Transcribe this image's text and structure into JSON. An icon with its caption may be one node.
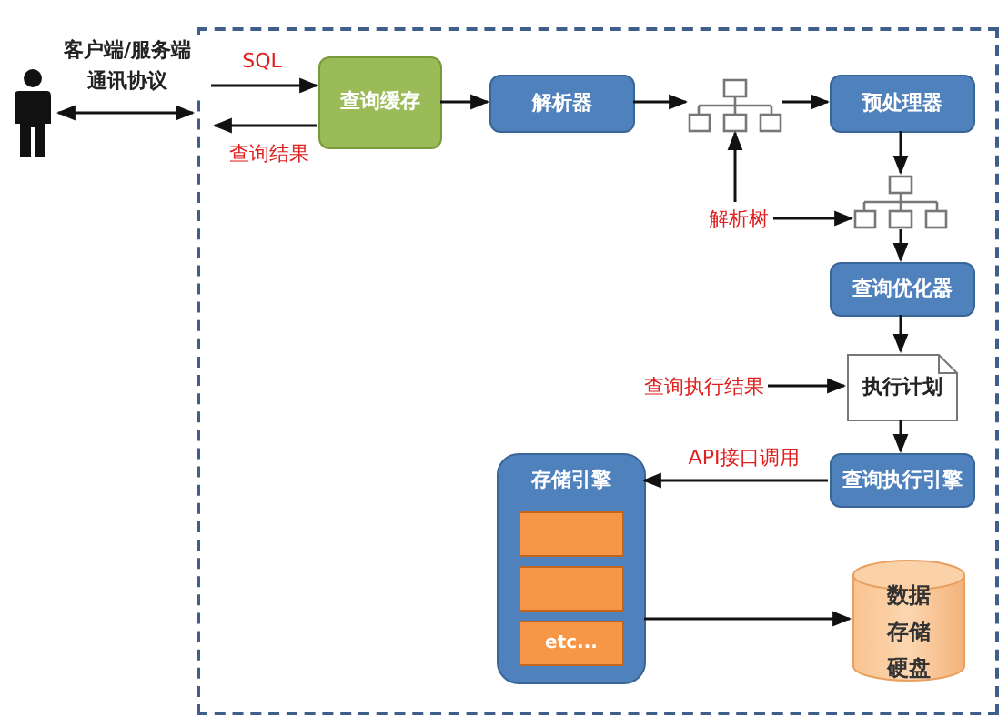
{
  "diagram": {
    "nodes": [
      {
        "text": [],
        "shape": "person"
      },
      {
        "text": [],
        "shape": "box"
      },
      {
        "text": [
          "查询缓存"
        ],
        "in": 1
      },
      {
        "text": [
          "解析器"
        ],
        "in": 1
      },
      {
        "text": [],
        "shape": "tree",
        "in": 1
      },
      {
        "text": [
          "预处理器"
        ],
        "in": 1
      },
      {
        "text": [],
        "shape": "tree",
        "in": 1
      },
      {
        "text": [
          "解析树"
        ],
        "in": 1
      },
      {
        "text": [
          "查询优化器"
        ],
        "in": 1
      },
      {
        "text": [
          "执行计划"
        ],
        "in": 1
      },
      {
        "text": [
          "查询执行结果"
        ],
        "in": 1
      },
      {
        "text": [
          "查询执行引擎"
        ],
        "in": 1
      },
      {
        "text": [
          "存储引擎"
        ],
        "in": 1
      },
      {
        "text": [],
        "shape": "box",
        "in": 12
      },
      {
        "text": [],
        "shape": "box",
        "in": 12
      },
      {
        "text": [
          "etc..."
        ],
        "in": 12
      },
      {
        "text": [
          "数据存储硬盘"
        ],
        "in": 1
      }
    ],
    "edges": [
      {
        "from": 0,
        "to": 1,
        "arrow": "both",
        "label": "客户端/服务端通讯协议"
      },
      {
        "from": null,
        "to": 2,
        "arrow": "to",
        "label": "SQL"
      },
      {
        "from": 2,
        "to": null,
        "arrow": "to",
        "label": "查询结果"
      },
      {
        "from": 2,
        "to": 3,
        "arrow": "to"
      },
      {
        "from": 3,
        "to": 4,
        "arrow": "to"
      },
      {
        "from": 4,
        "to": 5,
        "arrow": "to"
      },
      {
        "from": 5,
        "to": 6,
        "arrow": "to"
      },
      {
        "from": 7,
        "to": 4,
        "arrow": "to"
      },
      {
        "from": 7,
        "to": 6,
        "arrow": "to"
      },
      {
        "from": 6,
        "to": 8,
        "arrow": "to"
      },
      {
        "from": 8,
        "to": 9,
        "arrow": "to"
      },
      {
        "from": 10,
        "to": 9,
        "arrow": "to"
      },
      {
        "from": 9,
        "to": 11,
        "arrow": "to"
      },
      {
        "from": 11,
        "to": 12,
        "arrow": "to",
        "label": "API接口调用"
      },
      {
        "from": 12,
        "to": 16,
        "arrow": "to"
      }
    ]
  }
}
